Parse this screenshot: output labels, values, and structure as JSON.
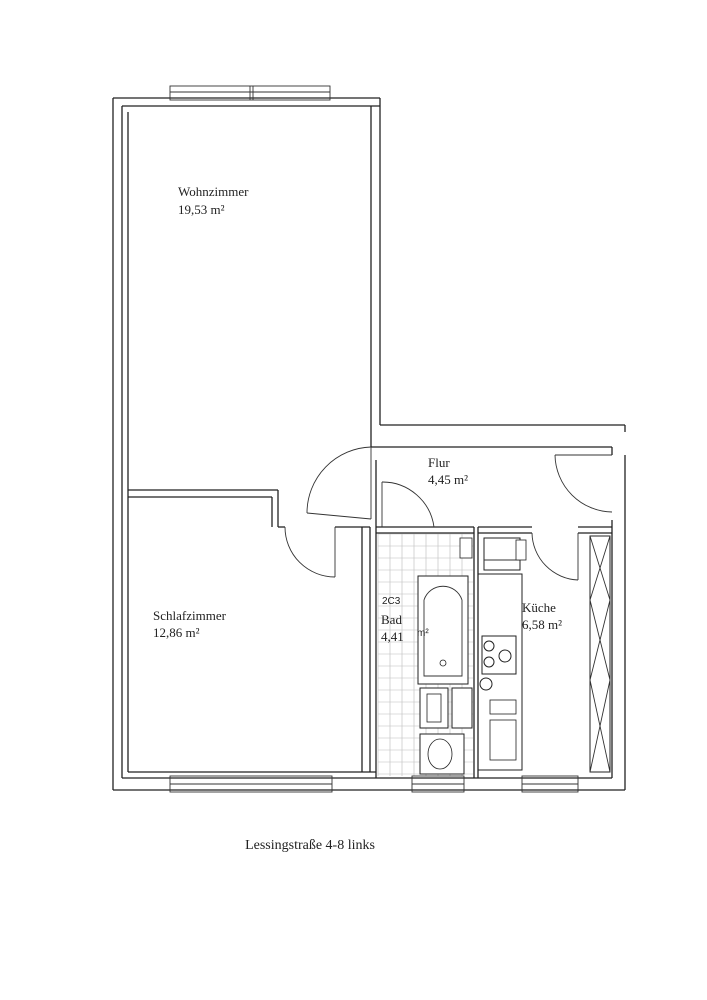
{
  "rooms": {
    "wohnzimmer": {
      "name": "Wohnzimmer",
      "area": "19,53 m²"
    },
    "schlafzimmer": {
      "name": "Schlafzimmer",
      "area": "12,86 m²"
    },
    "flur": {
      "name": "Flur",
      "area": "4,45 m²"
    },
    "bad": {
      "name": "Bad",
      "area": "4,41",
      "area_unit": "m²",
      "marker": "2C3"
    },
    "kueche": {
      "name": "Küche",
      "area": "6,58 m²"
    }
  },
  "caption": "Lessingstraße 4-8 links"
}
